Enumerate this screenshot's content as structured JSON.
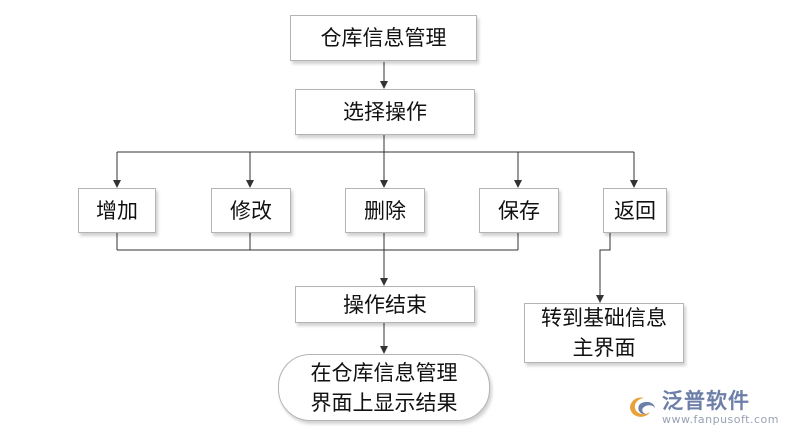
{
  "nodes": {
    "warehouse_management": "仓库信息管理",
    "select_operation": "选择操作",
    "add": "增加",
    "modify": "修改",
    "delete": "删除",
    "save": "保存",
    "back": "返回",
    "operation_end": "操作结束",
    "show_result": "在仓库信息管理\n界面上显示结果",
    "goto_main": "转到基础信息\n主界面"
  },
  "logo": {
    "brand": "泛普软件",
    "url": "www.fanpusoft.com"
  },
  "colors": {
    "line": "#333333",
    "border": "#b4b4b4",
    "logo_blue": "#6d7fa8",
    "logo_orange": "#e8a23a"
  }
}
